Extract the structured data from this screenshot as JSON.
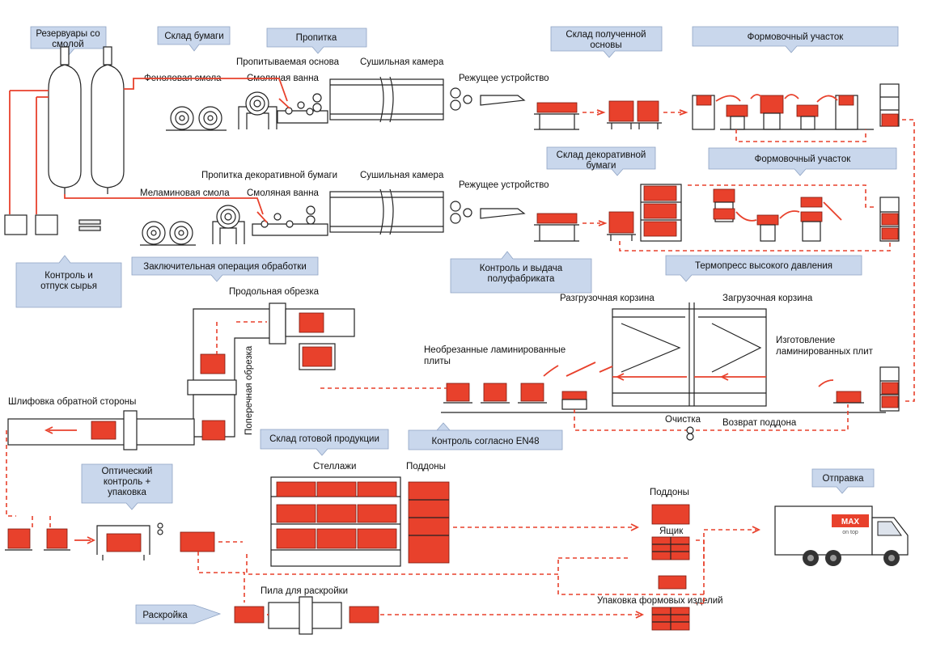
{
  "callouts": {
    "resin_tanks": "Резервуары со смолой",
    "paper_store": "Склад бумаги",
    "impregnation": "Пропитка",
    "base_store": "Склад полученной основы",
    "forming_area_1": "Формовочный участок",
    "decor_store": "Склад декоративной бумаги",
    "forming_area_2": "Формовочный участок",
    "raw_control": "Контроль и отпуск сырья",
    "final_operation": "Заключительная операция обработки",
    "semi_control": "Контроль и выдача полуфабриката",
    "hp_press": "Термопресс высокого давления",
    "finished_store": "Склад готовой продукции",
    "en48": "Контроль согласно EN48",
    "optical": "Оптический контроль + упаковка",
    "shipping": "Отправка",
    "cutting": "Раскройка"
  },
  "labels": {
    "phenolic_resin": "Феноловая смола",
    "impregnated_base": "Пропитываемая основа",
    "resin_bath_1": "Смоляная ванна",
    "drying_1": "Сушильная камера",
    "cutter_1": "Режущее устройство",
    "decor_impregnation": "Пропитка декоративной бумаги",
    "melamine_resin": "Меламиновая смола",
    "resin_bath_2": "Смоляная ванна",
    "drying_2": "Сушильная камера",
    "cutter_2": "Режущее устройство",
    "longitudinal": "Продольная обрезка",
    "transverse": "Поперечная обрезка",
    "back_sanding": "Шлифовка обратной стороны",
    "untrimmed_line1": "Необрезанные ламинированные",
    "untrimmed_line2": "плиты",
    "unload_basket": "Разгрузочная корзина",
    "load_basket": "Загрузочная корзина",
    "manufacturing_line1": "Изготовление",
    "manufacturing_line2": "ламинированных плит",
    "cleaning": "Очистка",
    "pallet_return": "Возврат поддона",
    "racks": "Стеллажи",
    "pallets_1": "Поддоны",
    "pallets_2": "Поддоны",
    "box": "Ящик",
    "saw": "Пила для раскройки",
    "molded_packaging": "Упаковка формовых изделий",
    "truck_logo": "MAX",
    "truck_slogan": "on top"
  },
  "colors": {
    "accent_red": "#e8412c",
    "callout_blue": "#c9d7ec"
  }
}
